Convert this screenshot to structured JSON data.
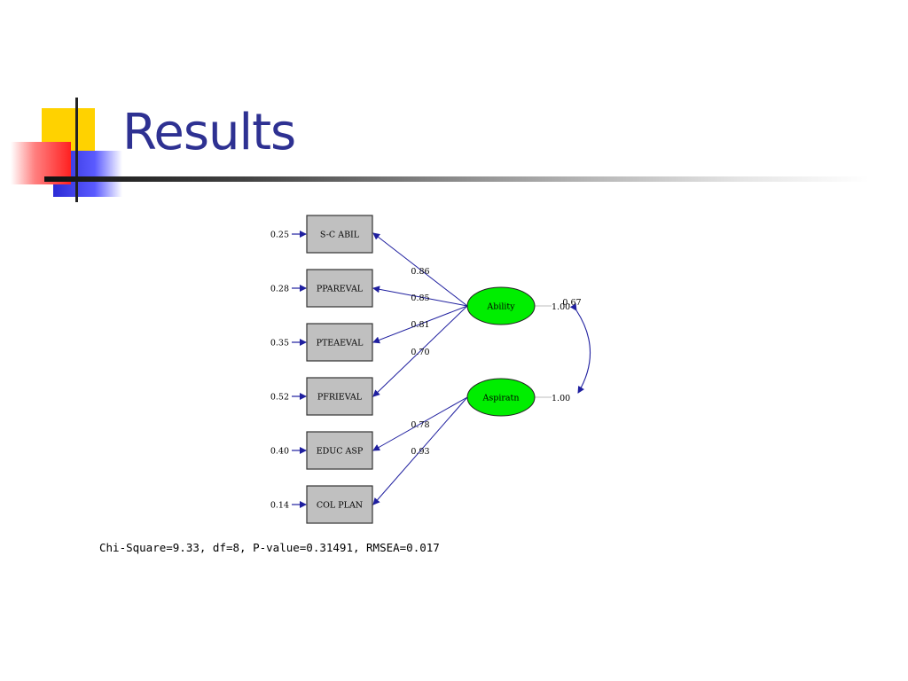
{
  "slide": {
    "title": "Results"
  },
  "diagram": {
    "observed": [
      {
        "label": "S-C ABIL",
        "error": "0.25",
        "loading": "0.86"
      },
      {
        "label": "PPAREVAL",
        "error": "0.28",
        "loading": "0.85"
      },
      {
        "label": "PTEAEVAL",
        "error": "0.35",
        "loading": "0.81"
      },
      {
        "label": "PFRIEVAL",
        "error": "0.52",
        "loading": "0.70"
      },
      {
        "label": "EDUC ASP",
        "error": "0.40",
        "loading": "0.78"
      },
      {
        "label": "COL PLAN",
        "error": "0.14",
        "loading": "0.93"
      }
    ],
    "latent": [
      {
        "label": "Ability",
        "variance": "1.00"
      },
      {
        "label": "Aspiratn",
        "variance": "1.00"
      }
    ],
    "correlation": "0.67",
    "node_color": "#00ee00",
    "box_color": "#c0c0c0",
    "arrow_color": "#1f1f9f"
  },
  "fit": {
    "text": "Chi-Square=9.33, df=8, P-value=0.31491, RMSEA=0.017"
  }
}
